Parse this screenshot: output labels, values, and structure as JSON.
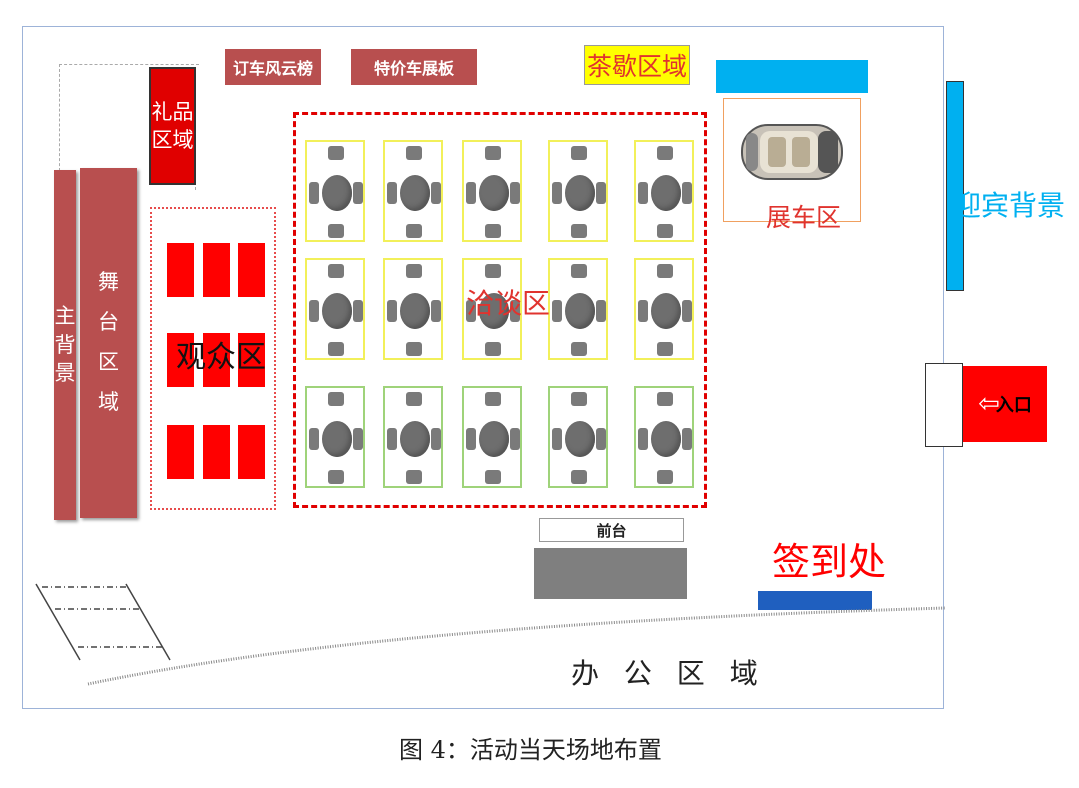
{
  "labels": {
    "gift_area": [
      "礼品",
      "区域"
    ],
    "order_board": "订车风云榜",
    "special_board": "特价车展板",
    "tea_area": "茶歇区域",
    "main_backdrop": [
      "主",
      "背",
      "景"
    ],
    "stage_area": [
      "舞",
      "台",
      "区",
      "域"
    ],
    "audience_area": "观众区",
    "negotiation_area": "洽谈区",
    "car_display_area": "展车区",
    "welcome_backdrop": "迎宾背景",
    "entrance": "入口",
    "front_desk": "前台",
    "checkin": "签到处",
    "office_area": "办 公 区 域"
  },
  "caption": "图 4：活动当天场地布置",
  "colors": {
    "red": "#ff0000",
    "dark_red": "#b84f4f",
    "yellow": "#ffff00",
    "blue": "#00b0f0",
    "dark_blue": "#1f5fbf",
    "gray": "#7f7f7f",
    "table_border_yellow": "#f2f05a",
    "table_border_green": "#9fd37a"
  }
}
